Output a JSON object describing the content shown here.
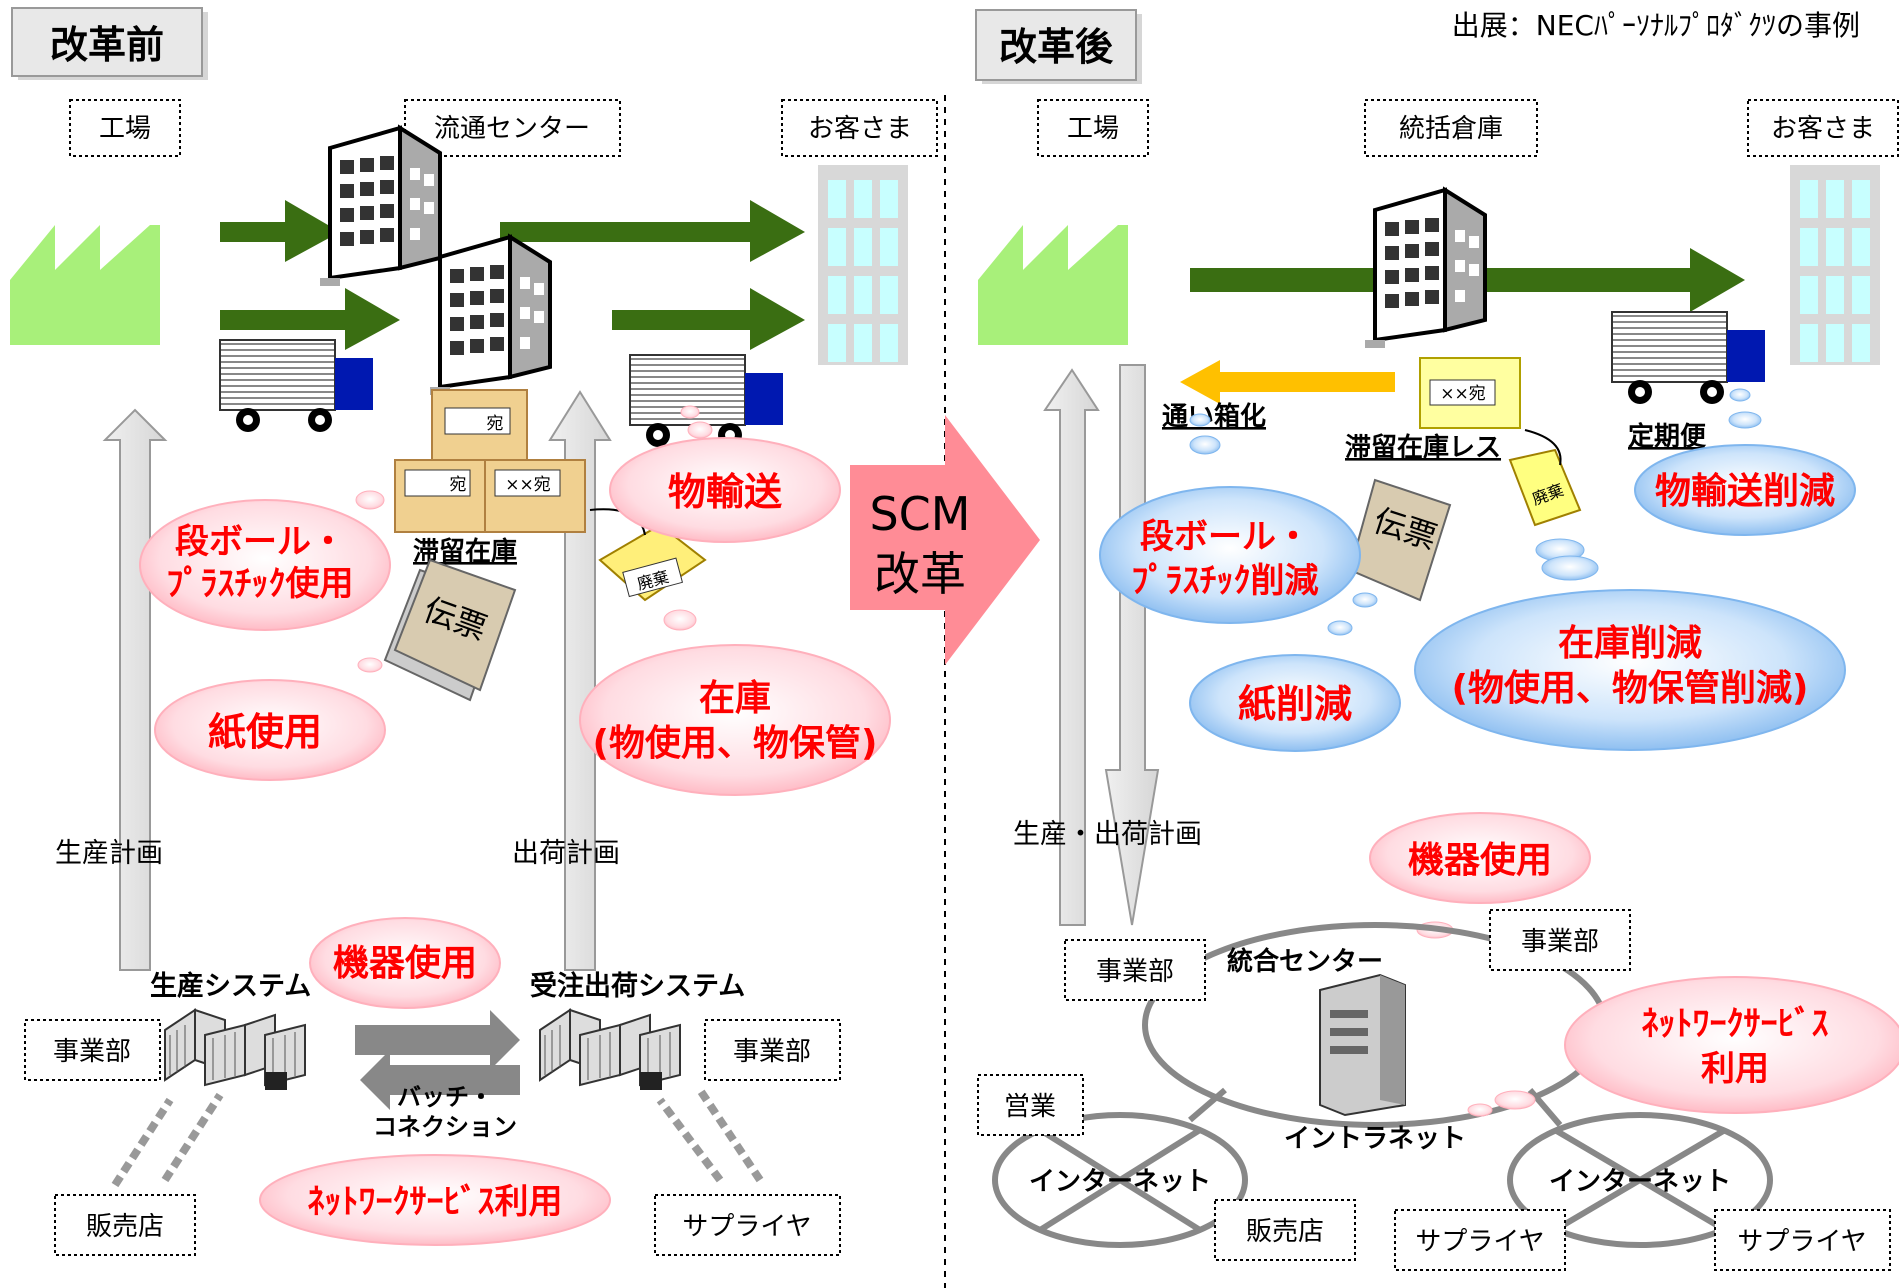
{
  "source": "出展：NECﾊﾟｰｿﾅﾙﾌﾟﾛﾀﾞｸﾂの事例",
  "center_arrow": [
    "SCM",
    "改革"
  ],
  "before": {
    "title": "改革前",
    "location_boxes": {
      "factory": "工場",
      "dc": "流通センター",
      "customer": "お客さま"
    },
    "parcel_labels": {
      "top": "宛",
      "bottom_left": "宛",
      "bottom_right": "××宛"
    },
    "stock_label": "滞留在庫",
    "waste_label": "廃棄",
    "slip_label": "伝票",
    "clouds": {
      "transport": "物輸送",
      "cardboard": [
        "段ボール・",
        "ﾌﾟﾗｽﾁｯｸ使用"
      ],
      "paper": "紙使用",
      "inventory": [
        "在庫",
        "(物使用、物保管)"
      ],
      "equipment": "機器使用",
      "network": "ﾈｯﾄﾜｰｸｻｰﾋﾞｽ利用"
    },
    "plan_labels": {
      "production": "生産計画",
      "shipping": "出荷計画"
    },
    "systems": {
      "production": "生産システム",
      "order": "受注出荷システム"
    },
    "batch": [
      "バッチ・",
      "コネクション"
    ],
    "boxes": {
      "division_left": "事業部",
      "division_right": "事業部",
      "retailer": "販売店",
      "supplier": "サプライヤ"
    }
  },
  "after": {
    "title": "改革後",
    "location_boxes": {
      "factory": "工場",
      "warehouse": "統括倉庫",
      "customer": "お客さま"
    },
    "parcel_label": "××宛",
    "waste_label": "廃棄",
    "slip_label": "伝票",
    "labels": {
      "returnable": "通い箱化",
      "no_stock": "滞留在庫レス",
      "scheduled": "定期便"
    },
    "clouds": {
      "transport": "物輸送削減",
      "cardboard": [
        "段ボール・",
        "ﾌﾟﾗｽﾁｯｸ削減"
      ],
      "paper": "紙削減",
      "inventory": [
        "在庫削減",
        "(物使用、物保管削減)"
      ],
      "equipment": "機器使用",
      "network": [
        "ﾈｯﾄﾜｰｸｻｰﾋﾞｽ",
        "利用"
      ]
    },
    "plan_label": "生産・出荷計画",
    "center_label": "統合センター",
    "intranet": "イントラネット",
    "internet_left": "インターネット",
    "internet_right": "インターネット",
    "boxes": {
      "division_left": "事業部",
      "division_right": "事業部",
      "sales": "営業",
      "retailer": "販売店",
      "supplier_left": "サプライヤ",
      "supplier_right": "サプライヤ"
    }
  },
  "colors": {
    "cloud_pink": "#ffc8d0",
    "cloud_blue": "#a8cff5",
    "arrow_green": "#3a6e12",
    "factory_green": "#a8f07a",
    "scm_arrow": "#ff8c96",
    "red_text": "#ff0000"
  }
}
